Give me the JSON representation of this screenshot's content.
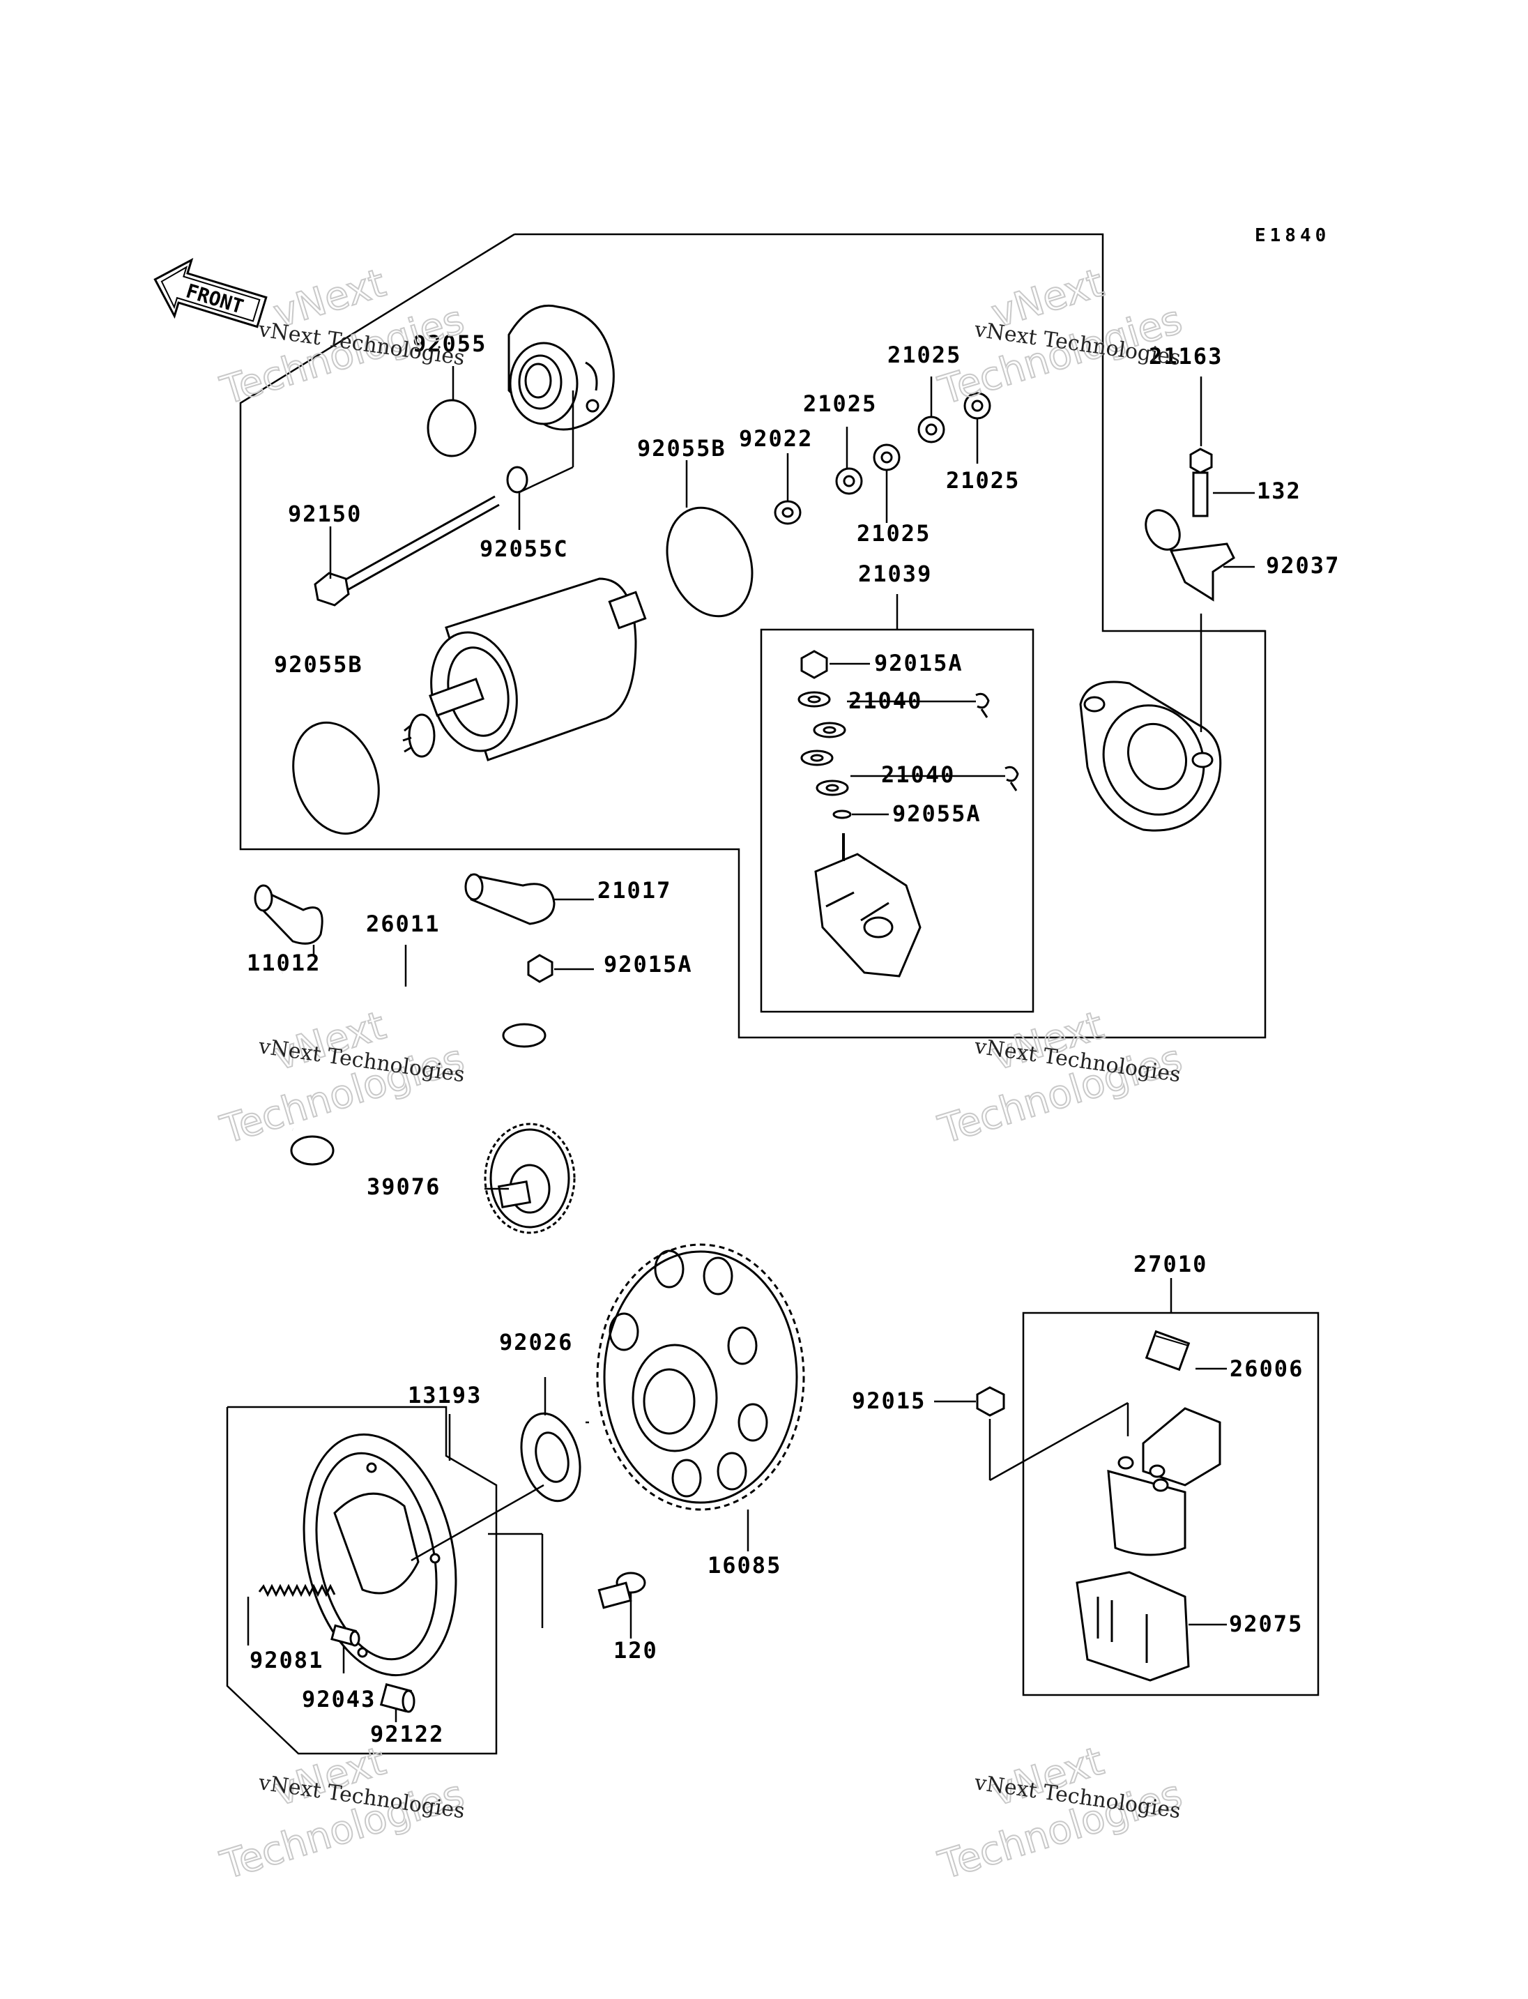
{
  "diagram": {
    "code": "E1840",
    "front_label": "FRONT",
    "watermark": {
      "line1": "vNext Technologies",
      "line2a": "vNext",
      "line2b": "Technologies"
    },
    "parts": {
      "p92055": "92055",
      "p92150": "92150",
      "p92055C": "92055C",
      "p92055B_top": "92055B",
      "p92055B_left": "92055B",
      "p92022": "92022",
      "p21025_a": "21025",
      "p21025_b": "21025",
      "p21025_c": "21025",
      "p21025_d": "21025",
      "p21039": "21039",
      "p92015A_a": "92015A",
      "p21040_a": "21040",
      "p21040_b": "21040",
      "p92055A": "92055A",
      "p21163": "21163",
      "p132": "132",
      "p92037": "92037",
      "p11012": "11012",
      "p26011": "26011",
      "p21017": "21017",
      "p92015A_b": "92015A",
      "p39076": "39076",
      "p92026": "92026",
      "p13193": "13193",
      "p16085": "16085",
      "p120": "120",
      "p92081": "92081",
      "p92043": "92043",
      "p92122": "92122",
      "p27010": "27010",
      "p26006": "26006",
      "p92015": "92015",
      "p92075": "92075"
    }
  }
}
